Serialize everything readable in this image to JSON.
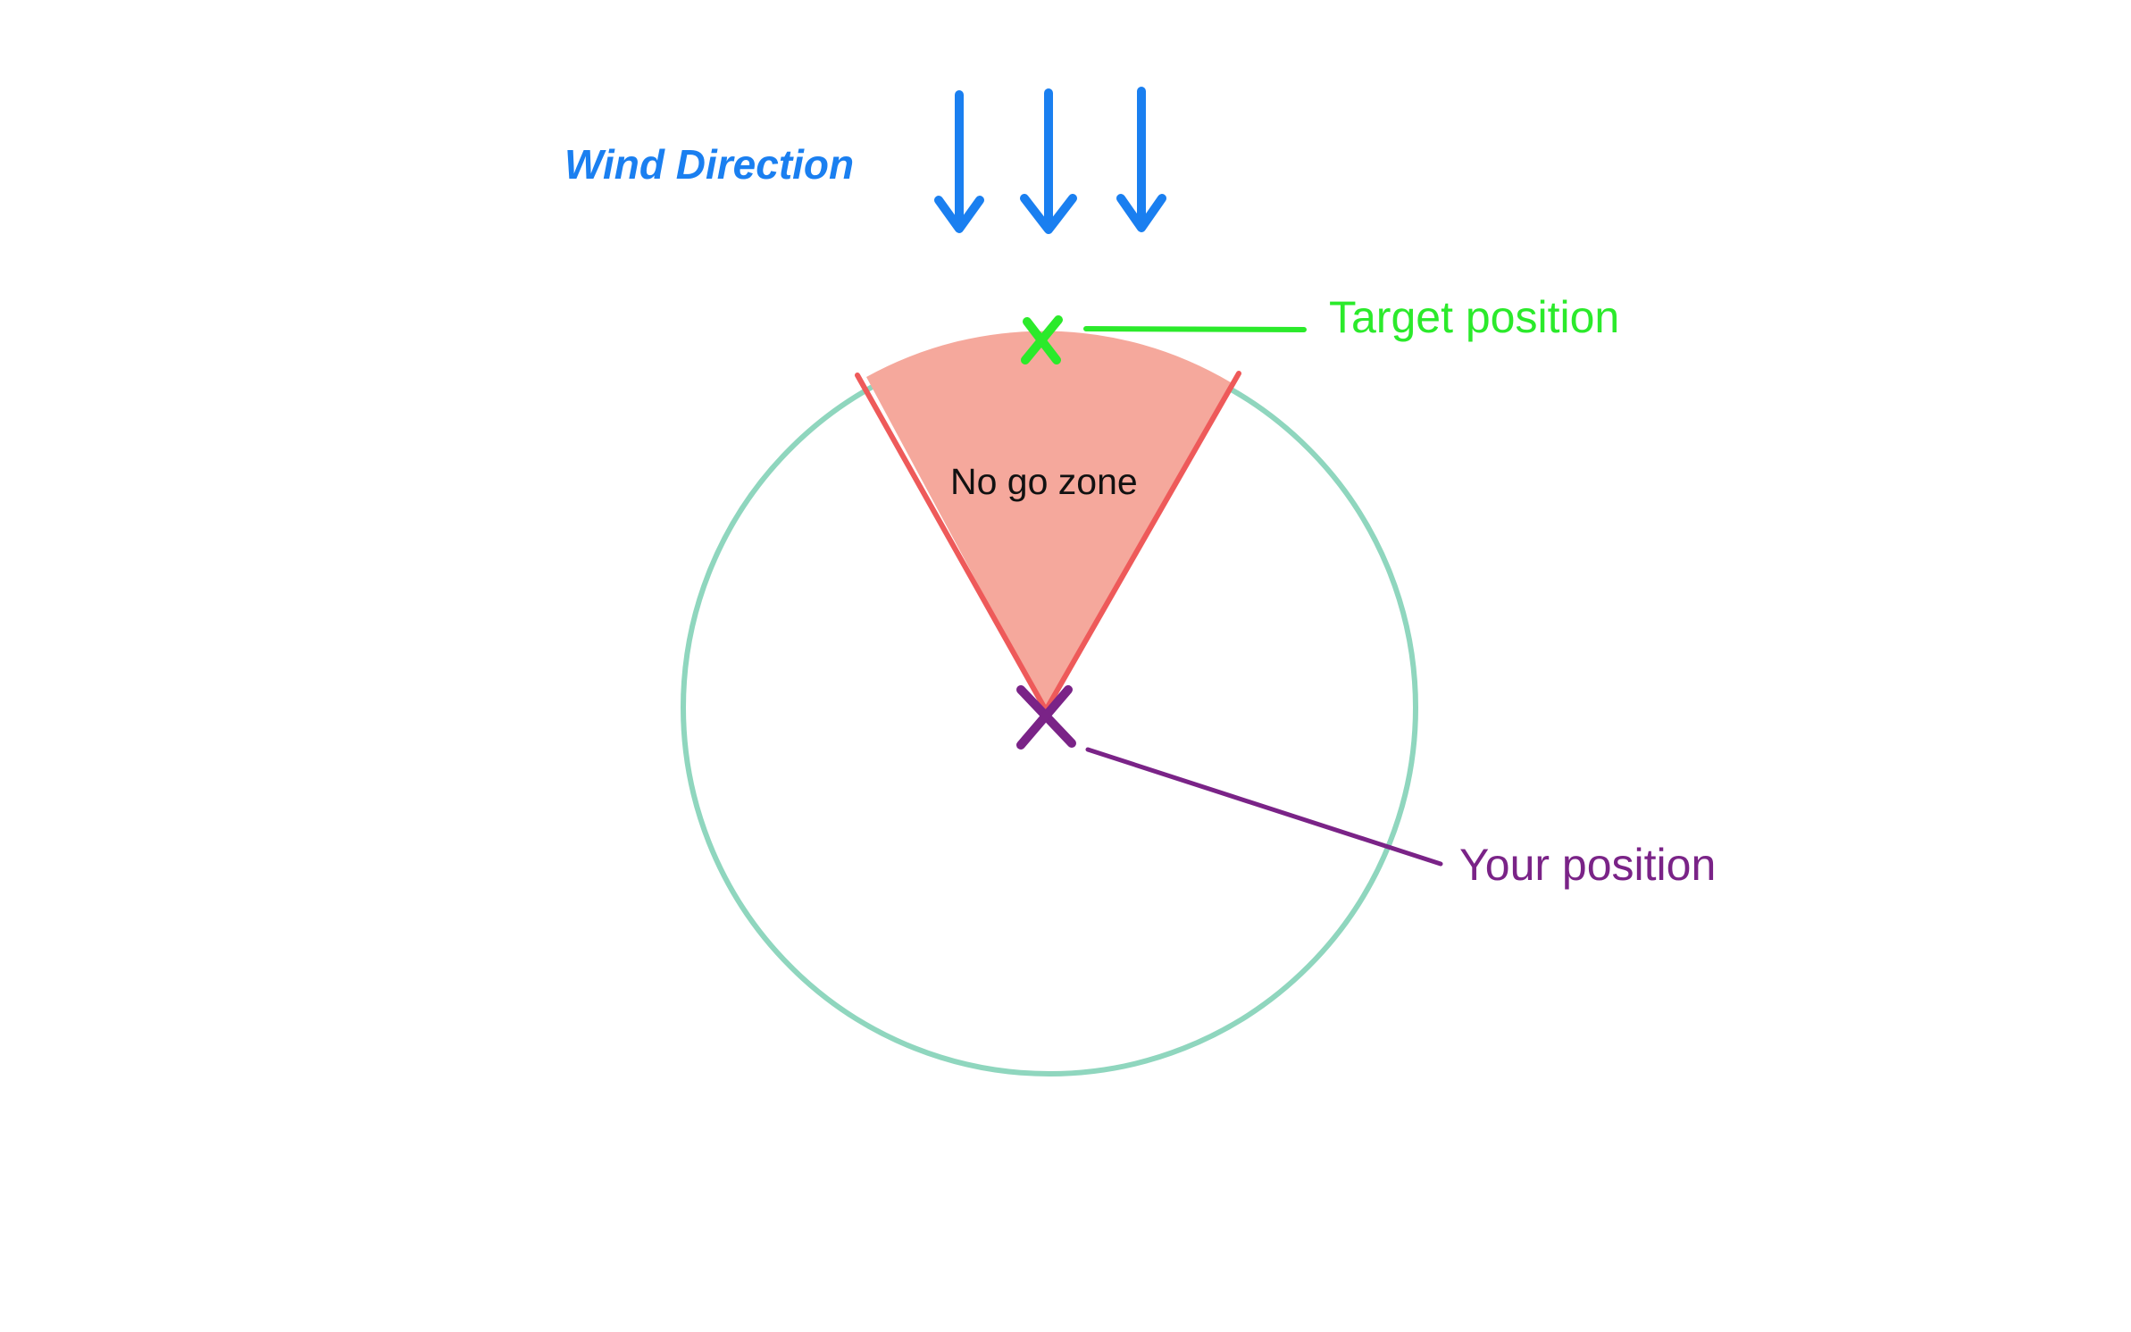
{
  "diagram": {
    "wind_label": "Wind Direction",
    "zone_label": "No go zone",
    "target_label": "Target position",
    "your_label": "Your position",
    "wind_arrow_count": 3
  },
  "colors": {
    "wind": "#1a7ff0",
    "circle": "#8fd6be",
    "zone_fill": "#f5a89c",
    "zone_edge": "#ee5a5a",
    "target": "#2bea2b",
    "your": "#7a2387",
    "zone_text": "#111111"
  }
}
